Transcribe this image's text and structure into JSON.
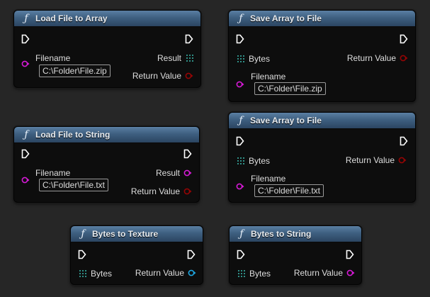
{
  "nodes": {
    "load_file_to_array": {
      "title": "Load File to Array",
      "filename_label": "Filename",
      "filename_value": "C:\\Folder\\File.zip",
      "result_label": "Result",
      "return_label": "Return Value"
    },
    "save_array_to_file_1": {
      "title": "Save Array to File",
      "bytes_label": "Bytes",
      "return_label": "Return Value",
      "filename_label": "Filename",
      "filename_value": "C:\\Folder\\File.zip"
    },
    "load_file_to_string": {
      "title": "Load File to String",
      "filename_label": "Filename",
      "filename_value": "C:\\Folder\\File.txt",
      "result_label": "Result",
      "return_label": "Return Value"
    },
    "save_array_to_file_2": {
      "title": "Save Array to File",
      "bytes_label": "Bytes",
      "return_label": "Return Value",
      "filename_label": "Filename",
      "filename_value": "C:\\Folder\\File.txt"
    },
    "bytes_to_texture": {
      "title": "Bytes to Texture",
      "bytes_label": "Bytes",
      "return_label": "Return Value"
    },
    "bytes_to_string": {
      "title": "Bytes to String",
      "bytes_label": "Bytes",
      "return_label": "Return Value"
    }
  },
  "icons": {
    "function": "italic-f",
    "exec": "exec-arrow-outline",
    "string_pin": "magenta-circle",
    "bool_pin": "red-circle",
    "object_pin": "blue-circle",
    "byte_array_pin": "teal-grid"
  },
  "colors": {
    "background": "#262626",
    "node_body": "#0d0d0d",
    "header_top": "#5a7fa3",
    "header_bottom": "#2b4561",
    "string_pin": "#d61ad6",
    "bool_pin": "#950404",
    "object_pin": "#1fa6e0",
    "byte_pin": "#2f8f86"
  }
}
